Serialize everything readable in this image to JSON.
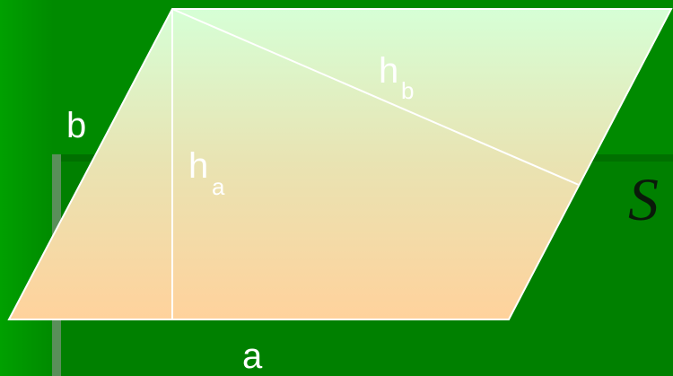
{
  "labels": {
    "side_a": "a",
    "side_b": "b",
    "height_a_base": "h",
    "height_a_sub": "a",
    "height_b_base": "h",
    "height_b_sub": "b",
    "area": "S"
  },
  "colors": {
    "background": "#008a00",
    "band_shadow": "#007000",
    "fill_top": "#d6ffd6",
    "fill_bottom": "#ffd29c",
    "lines": "#ffffff",
    "text": "#ffffff",
    "area_symbol": "#0a1a0a"
  }
}
